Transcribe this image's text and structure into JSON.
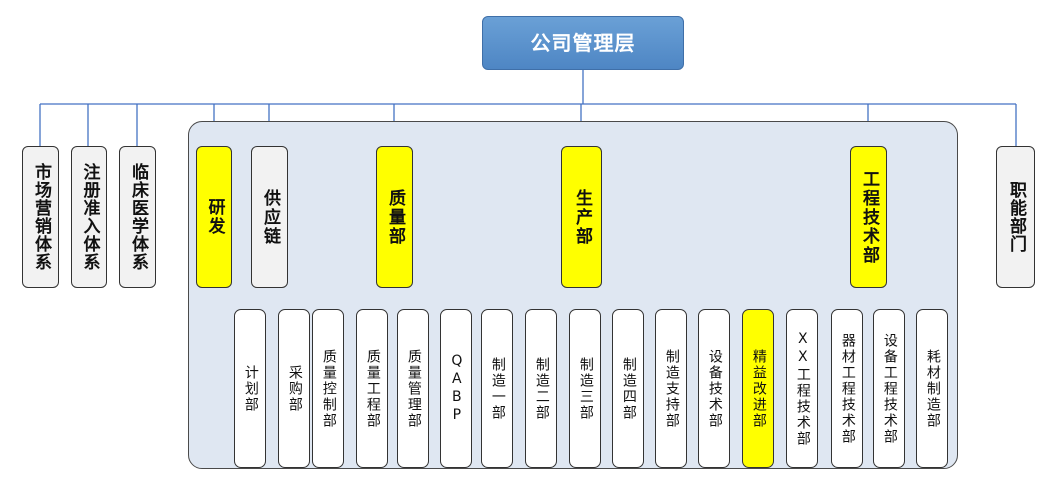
{
  "org": {
    "root": "公司管理层",
    "left_units": [
      "市场营销体系",
      "注册准入体系",
      "临床医学体系"
    ],
    "right_unit": "职能部门",
    "departments": {
      "rd": "研发",
      "supply": "供应链",
      "quality": "质量部",
      "production": "生产部",
      "engineering": "工程技术部"
    },
    "sub_units": {
      "supply": [
        "计划部",
        "采购部"
      ],
      "quality": [
        "质量控制部",
        "质量工程部",
        "质量管理部",
        "QABP"
      ],
      "production": [
        "制造一部",
        "制造二部",
        "制造三部",
        "制造四部",
        "制造支持部",
        "设备技术部",
        "精益改进部"
      ],
      "engineering": [
        "XX工程技术部",
        "器材工程技术部",
        "设备工程技术部",
        "耗材制造部"
      ]
    }
  },
  "highlight_color": "#ffff00",
  "root_color": "#4e86c4"
}
